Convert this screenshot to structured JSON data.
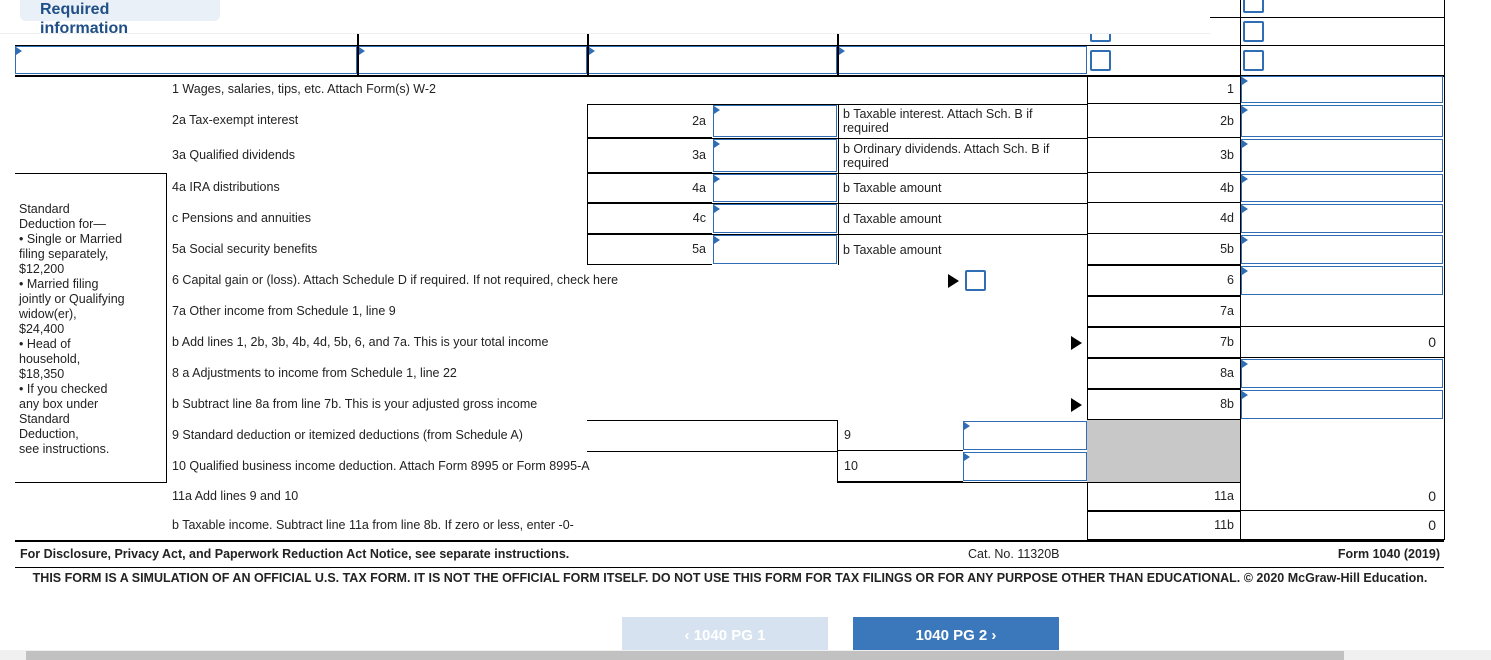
{
  "header": {
    "tab_label": "Required information"
  },
  "sidebar_text": [
    "Standard",
    "Deduction for—",
    "• Single or Married",
    "filing separately,",
    "$12,200",
    "• Married filing",
    "jointly or Qualifying",
    "widow(er),",
    "$24,400",
    "• Head of",
    "household,",
    "$18,350",
    "• If you checked",
    "any box under",
    "Standard",
    "Deduction,",
    "see instructions."
  ],
  "rows": [
    {
      "label": "1 Wages, salaries, tips, etc. Attach Form(s) W-2",
      "code": "1",
      "value": "",
      "input": true
    },
    {
      "label": "2a Tax-exempt interest",
      "mid_code": "2a",
      "b_label": "b Taxable interest. Attach Sch. B if required",
      "code": "2b",
      "value": "",
      "input": true
    },
    {
      "label": "3a Qualified dividends",
      "mid_code": "3a",
      "b_label": "b Ordinary dividends. Attach Sch. B if required",
      "code": "3b",
      "value": "",
      "input": true
    },
    {
      "label": "4a IRA distributions",
      "mid_code": "4a",
      "b_label": "b Taxable amount",
      "code": "4b",
      "value": "",
      "input": true
    },
    {
      "label": "c Pensions and annuities",
      "mid_code": "4c",
      "b_label": "d Taxable amount",
      "code": "4d",
      "value": "",
      "input": true
    },
    {
      "label": "5a Social security benefits",
      "mid_code": "5a",
      "b_label": "b Taxable amount",
      "code": "5b",
      "value": "",
      "input": true
    },
    {
      "label": "6 Capital gain or (loss). Attach Schedule D if required. If not required, check here",
      "code": "6",
      "value": "",
      "input": true,
      "checkbox": true
    },
    {
      "label": "7a Other income from Schedule 1, line 9",
      "code": "7a",
      "value": "",
      "input": false
    },
    {
      "label": "b Add lines 1, 2b, 3b, 4b, 4d, 5b, 6, and 7a. This is your total income",
      "code": "7b",
      "value": "0",
      "input": false,
      "arrow": true
    },
    {
      "label": "8 a Adjustments to income from Schedule 1, line 22",
      "code": "8a",
      "value": "",
      "input": true
    },
    {
      "label": "b Subtract line 8a from line 7b. This is your adjusted gross income",
      "code": "8b",
      "value": "",
      "input": true,
      "arrow": true
    },
    {
      "label": "9 Standard deduction or itemized deductions (from Schedule A)",
      "inner_code": "9",
      "gray": true
    },
    {
      "label": "10 Qualified business income deduction. Attach Form 8995 or Form 8995-A",
      "inner_code": "10",
      "gray": true
    },
    {
      "label": "11a Add lines 9 and 10",
      "code": "11a",
      "value": "0",
      "input": false
    },
    {
      "label": "b Taxable income. Subtract line 11a from line 8b. If zero or less, enter -0-",
      "code": "11b",
      "value": "0",
      "input": false
    }
  ],
  "footer": {
    "notice": "For Disclosure, Privacy Act, and Paperwork Reduction Act Notice, see separate instructions.",
    "cat": "Cat. No. 11320B",
    "form": "Form 1040 (2019)",
    "disclaimer": "THIS FORM IS A SIMULATION OF AN OFFICIAL U.S. TAX FORM. IT IS NOT THE OFFICIAL FORM ITSELF. DO NOT USE THIS FORM FOR TAX FILINGS OR FOR ANY PURPOSE OTHER THAN EDUCATIONAL. © 2020 McGraw-Hill Education."
  },
  "nav": {
    "prev": "‹  1040 PG 1",
    "next": "1040 PG 2  ›"
  },
  "colors": {
    "accent": "#2f6db5",
    "button": "#3b78bb",
    "button_disabled": "#d6e2f0"
  }
}
